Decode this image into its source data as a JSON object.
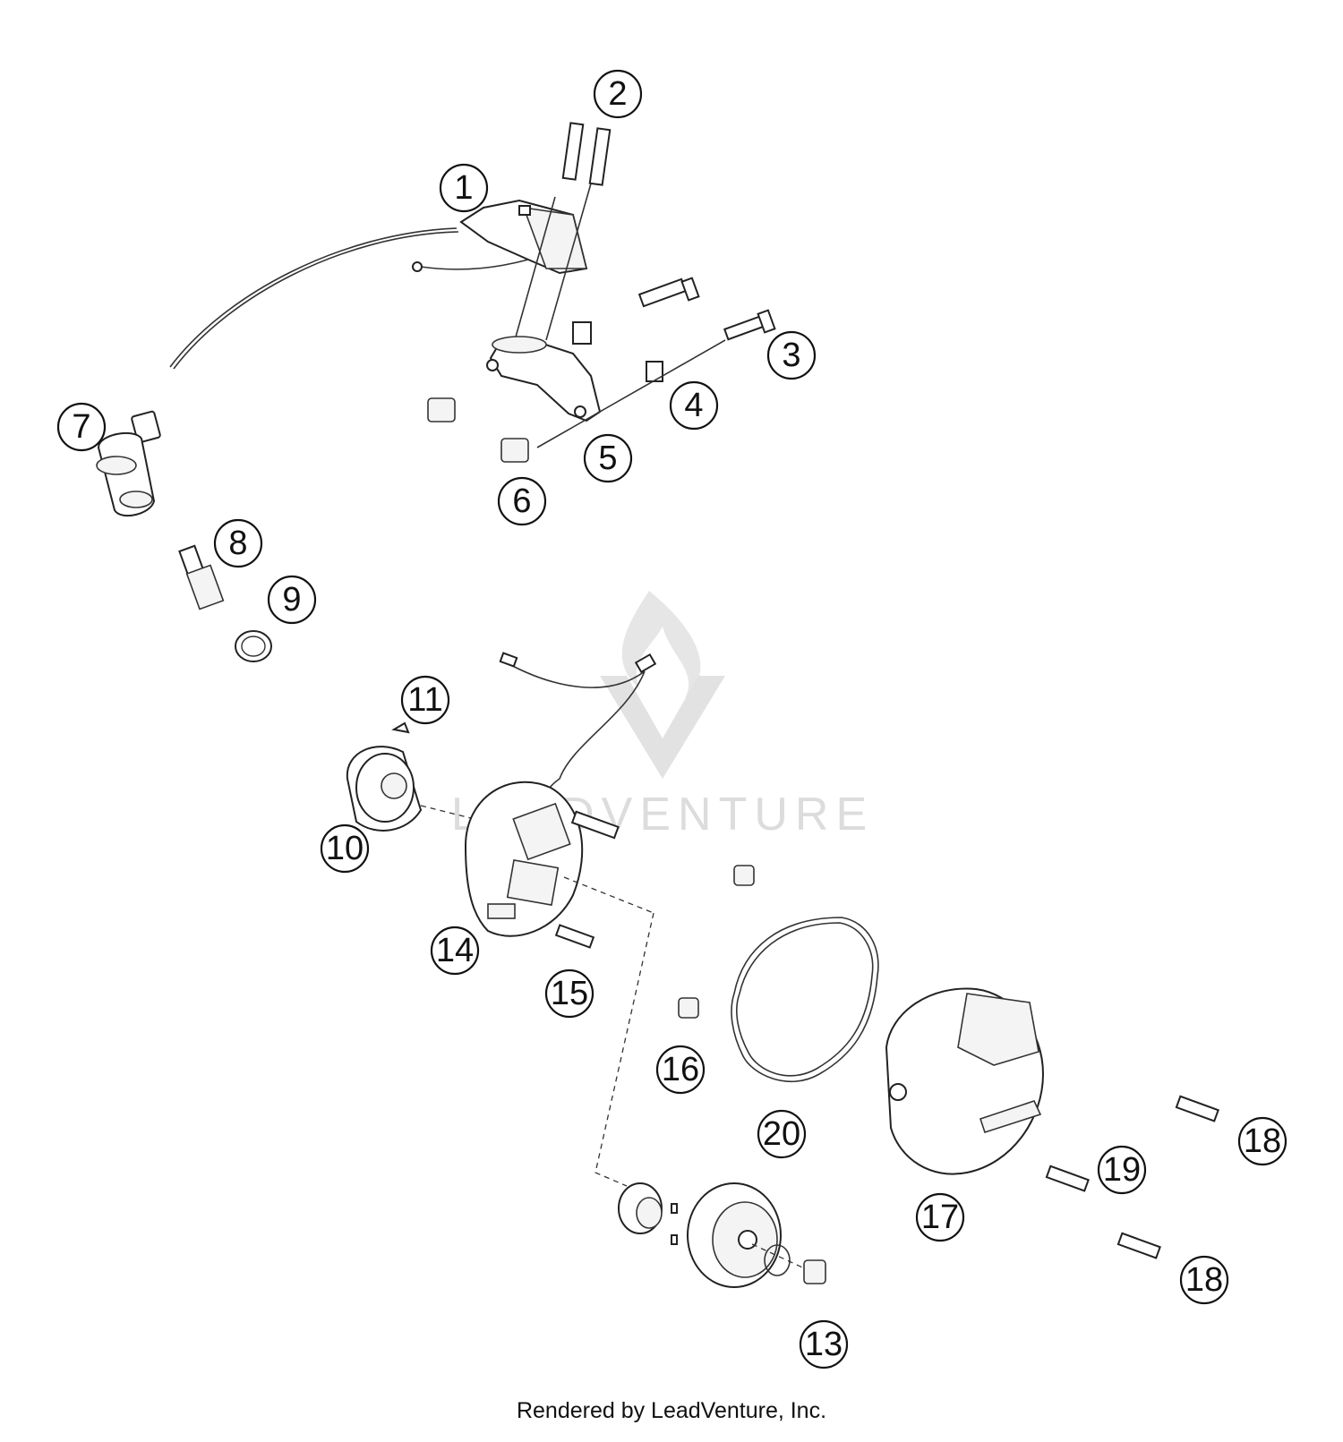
{
  "watermark": {
    "text": "LEADVENTURE"
  },
  "footer": {
    "text": "Rendered by LeadVenture, Inc."
  },
  "callouts": [
    {
      "label": "1"
    },
    {
      "label": "2"
    },
    {
      "label": "3"
    },
    {
      "label": "4"
    },
    {
      "label": "5"
    },
    {
      "label": "6"
    },
    {
      "label": "7"
    },
    {
      "label": "8"
    },
    {
      "label": "9"
    },
    {
      "label": "10"
    },
    {
      "label": "11"
    },
    {
      "label": "14"
    },
    {
      "label": "15"
    },
    {
      "label": "16"
    },
    {
      "label": "20"
    },
    {
      "label": "17"
    },
    {
      "label": "18"
    },
    {
      "label": "19"
    },
    {
      "label": "18"
    },
    {
      "label": "13"
    }
  ]
}
